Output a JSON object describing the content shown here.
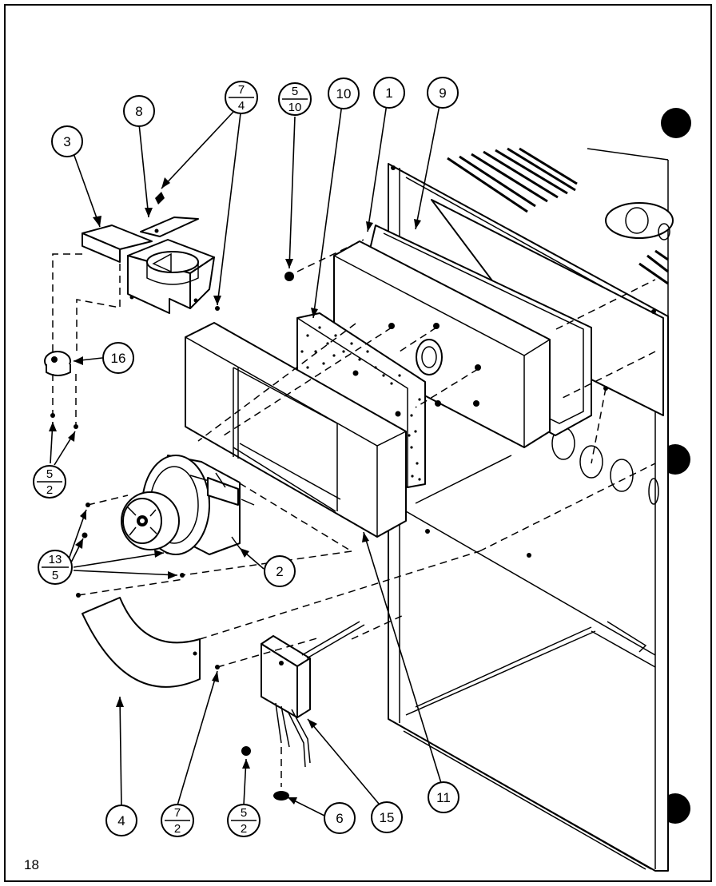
{
  "callouts": [
    {
      "id": "callout-3",
      "top": "3"
    },
    {
      "id": "callout-8",
      "top": "8"
    },
    {
      "id": "callout-7-4",
      "top": "7",
      "bottom": "4"
    },
    {
      "id": "callout-5-10",
      "top": "5",
      "bottom": "10"
    },
    {
      "id": "callout-10",
      "top": "10"
    },
    {
      "id": "callout-1",
      "top": "1"
    },
    {
      "id": "callout-9",
      "top": "9"
    },
    {
      "id": "callout-16",
      "top": "16"
    },
    {
      "id": "callout-5-2-left",
      "top": "5",
      "bottom": "2"
    },
    {
      "id": "callout-13-5",
      "top": "13",
      "bottom": "5"
    },
    {
      "id": "callout-2",
      "top": "2"
    },
    {
      "id": "callout-4",
      "top": "4"
    },
    {
      "id": "callout-7-2",
      "top": "7",
      "bottom": "2"
    },
    {
      "id": "callout-5-2-bottom",
      "top": "5",
      "bottom": "2"
    },
    {
      "id": "callout-6",
      "top": "6"
    },
    {
      "id": "callout-15",
      "top": "15"
    },
    {
      "id": "callout-11",
      "top": "11"
    }
  ],
  "page_number": "18"
}
